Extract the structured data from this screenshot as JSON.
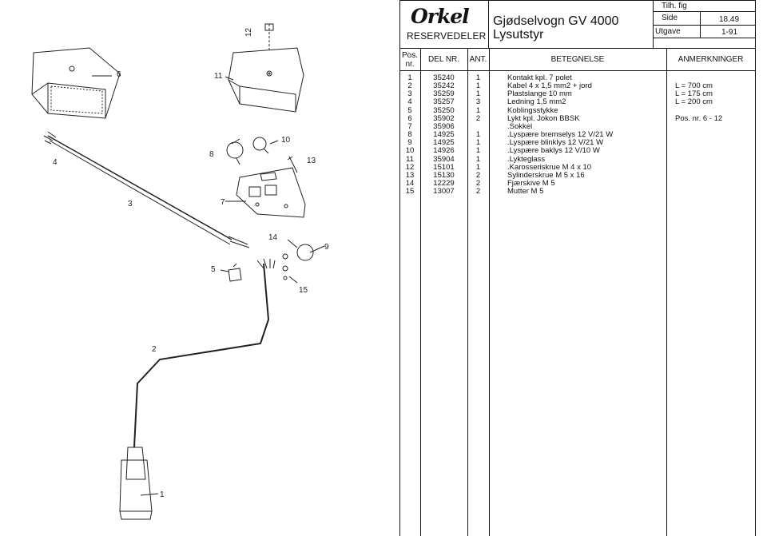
{
  "header": {
    "logo": "Orkel",
    "subtitle": "RESERVEDELER",
    "title_line1": "Gjødselvogn GV 4000",
    "title_line2": "Lysutstyr",
    "tilh_fig": "Tilh. fig",
    "side_label": "Side",
    "side_value": "18.49",
    "utgave_label": "Utgave",
    "utgave_value": "1-91"
  },
  "columns": {
    "pos": "Pos. nr.",
    "del_nr": "DEL NR.",
    "ant": "ANT.",
    "betegnelse": "BETEGNELSE",
    "anmerkninger": "ANMERKNINGER"
  },
  "rows": [
    {
      "pos": "1",
      "del_nr": "35240",
      "ant": "1",
      "betegnelse": "Kontakt kpl. 7 polet",
      "anm": ""
    },
    {
      "pos": "2",
      "del_nr": "35242",
      "ant": "1",
      "betegnelse": "Kabel 4 x 1,5 mm2 + jord",
      "anm": "L = 700 cm"
    },
    {
      "pos": "3",
      "del_nr": "35259",
      "ant": "1",
      "betegnelse": "Plastslange 10 mm",
      "anm": "L = 175 cm"
    },
    {
      "pos": "4",
      "del_nr": "35257",
      "ant": "3",
      "betegnelse": "Ledning 1,5 mm2",
      "anm": "L = 200 cm"
    },
    {
      "pos": "5",
      "del_nr": "35250",
      "ant": "1",
      "betegnelse": "Koblingsstykke",
      "anm": ""
    },
    {
      "pos": "6",
      "del_nr": "35902",
      "ant": "2",
      "betegnelse": "Lykt kpl. Jokon BBSK",
      "anm": "Pos. nr. 6 - 12"
    },
    {
      "pos": "7",
      "del_nr": "35906",
      "ant": "",
      "betegnelse": ".Sokkel",
      "anm": ""
    },
    {
      "pos": "8",
      "del_nr": "14925",
      "ant": "1",
      "betegnelse": ".Lyspære bremselys 12 V/21 W",
      "anm": ""
    },
    {
      "pos": "9",
      "del_nr": "14925",
      "ant": "1",
      "betegnelse": ".Lyspære blinklys 12 V/21 W",
      "anm": ""
    },
    {
      "pos": "10",
      "del_nr": "14926",
      "ant": "1",
      "betegnelse": ".Lyspære baklys 12 V/10 W",
      "anm": ""
    },
    {
      "pos": "11",
      "del_nr": "35904",
      "ant": "1",
      "betegnelse": ".Lykteglass",
      "anm": ""
    },
    {
      "pos": "12",
      "del_nr": "15101",
      "ant": "1",
      "betegnelse": ".Karosseriskrue M 4 x 10",
      "anm": ""
    },
    {
      "pos": "13",
      "del_nr": "15130",
      "ant": "2",
      "betegnelse": "Sylinderskrue M 5 x 16",
      "anm": ""
    },
    {
      "pos": "14",
      "del_nr": "12229",
      "ant": "2",
      "betegnelse": "Fjærskive M 5",
      "anm": ""
    },
    {
      "pos": "15",
      "del_nr": "13007",
      "ant": "2",
      "betegnelse": "Mutter M 5",
      "anm": ""
    }
  ],
  "drawing": {
    "callouts": [
      "12",
      "6",
      "11",
      "4",
      "8",
      "10",
      "13",
      "7",
      "3",
      "14",
      "9",
      "5",
      "15",
      "2",
      "1"
    ]
  }
}
